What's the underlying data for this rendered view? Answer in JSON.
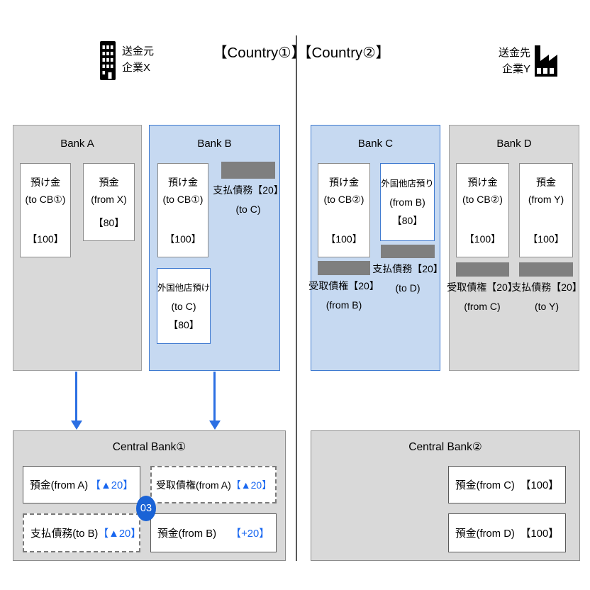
{
  "header": {
    "sender_line1": "送金元",
    "sender_line2": "企業X",
    "country1": "【Country①】",
    "country2": "【Country②】",
    "receiver_line1": "送金先",
    "receiver_line2": "企業Y"
  },
  "banks": {
    "bank_a": {
      "title": "Bank A",
      "deposit_to_cb": {
        "line1": "預け金",
        "line2": "(to CB①)",
        "value": "【100】"
      },
      "deposit_from_x": {
        "line1": "預金",
        "line2": "(from X)",
        "value": "【80】"
      }
    },
    "bank_b": {
      "title": "Bank B",
      "deposit_to_cb": {
        "line1": "預け金",
        "line2": "(to CB①)",
        "value": "【100】"
      },
      "payable": {
        "line1": "支払債務【20】",
        "line2": "(to C)"
      },
      "foreign_deposit": {
        "line1": "外国他店預け",
        "line2": "(to C)",
        "value": "【80】"
      }
    },
    "bank_c": {
      "title": "Bank C",
      "deposit_to_cb": {
        "line1": "預け金",
        "line2": "(to CB②)",
        "value": "【100】"
      },
      "foreign_deposit": {
        "line1": "外国他店預り",
        "line2": "(from B)",
        "value": "【80】"
      },
      "receivable": {
        "line1": "受取債権【20】",
        "line2": "(from B)"
      },
      "payable": {
        "line1": "支払債務【20】",
        "line2": "(to D)"
      }
    },
    "bank_d": {
      "title": "Bank D",
      "deposit_to_cb": {
        "line1": "預け金",
        "line2": "(to CB②)",
        "value": "【100】"
      },
      "deposit_from_y": {
        "line1": "預金",
        "line2": "(from Y)",
        "value": "【100】"
      },
      "receivable": {
        "line1": "受取債権【20】",
        "line2": "(from C)"
      },
      "payable": {
        "line1": "支払債務【20】",
        "line2": "(to Y)"
      }
    }
  },
  "central_bank_1": {
    "title": "Central Bank①",
    "step_badge": "03",
    "entries": [
      {
        "label": "預金(from A)",
        "value": "【▲20】"
      },
      {
        "label": "受取債権(from A)",
        "value": "【▲20】"
      },
      {
        "label": "支払債務(to B)",
        "value": "【▲20】"
      },
      {
        "label": "預金(from B)",
        "value": "【+20】"
      }
    ]
  },
  "central_bank_2": {
    "title": "Central Bank②",
    "entries": [
      {
        "label": "預金(from C)",
        "value": "【100】"
      },
      {
        "label": "預金(from D)",
        "value": "【100】"
      }
    ]
  },
  "colors": {
    "accent_blue": "#2b6fe3",
    "light_blue_fill": "#c6d9f1",
    "gray_fill": "#d9d9d9",
    "redact_gray": "#7f7f7f",
    "value_blue": "#1766f0",
    "badge_blue": "#1a63d6",
    "divider_gray": "#595959"
  }
}
